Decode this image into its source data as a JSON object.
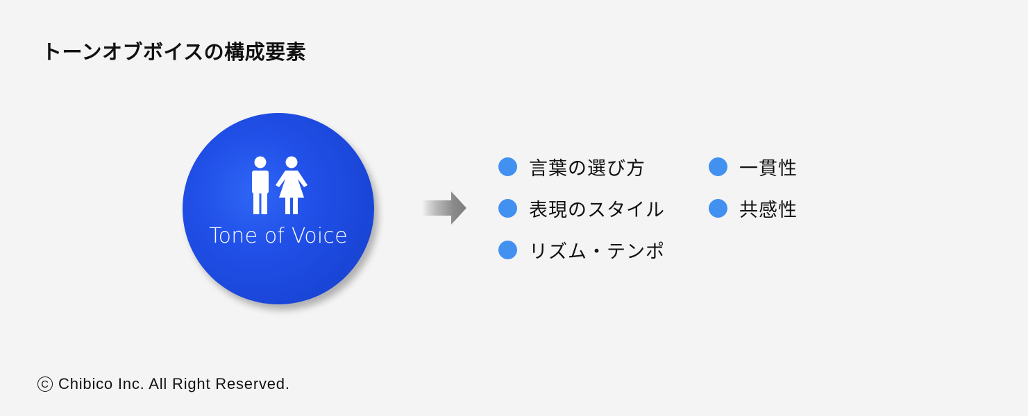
{
  "title": "トーンオブボイスの構成要素",
  "circle": {
    "label": "Tone of Voice",
    "icon": "restroom-people-icon",
    "color": "#2150e8"
  },
  "arrow": {
    "icon": "arrow-right-icon",
    "color": "#888888"
  },
  "elements": {
    "bullet_color": "#4290f0",
    "items": [
      {
        "label": "言葉の選び方",
        "column": 1,
        "row": 1
      },
      {
        "label": "表現のスタイル",
        "column": 1,
        "row": 2
      },
      {
        "label": "リズム・テンポ",
        "column": 1,
        "row": 3
      },
      {
        "label": "一貫性",
        "column": 2,
        "row": 1
      },
      {
        "label": "共感性",
        "column": 2,
        "row": 2
      }
    ]
  },
  "footer": {
    "copyright_symbol": "C",
    "copyright_text": "Chibico Inc. All Right Reserved."
  }
}
